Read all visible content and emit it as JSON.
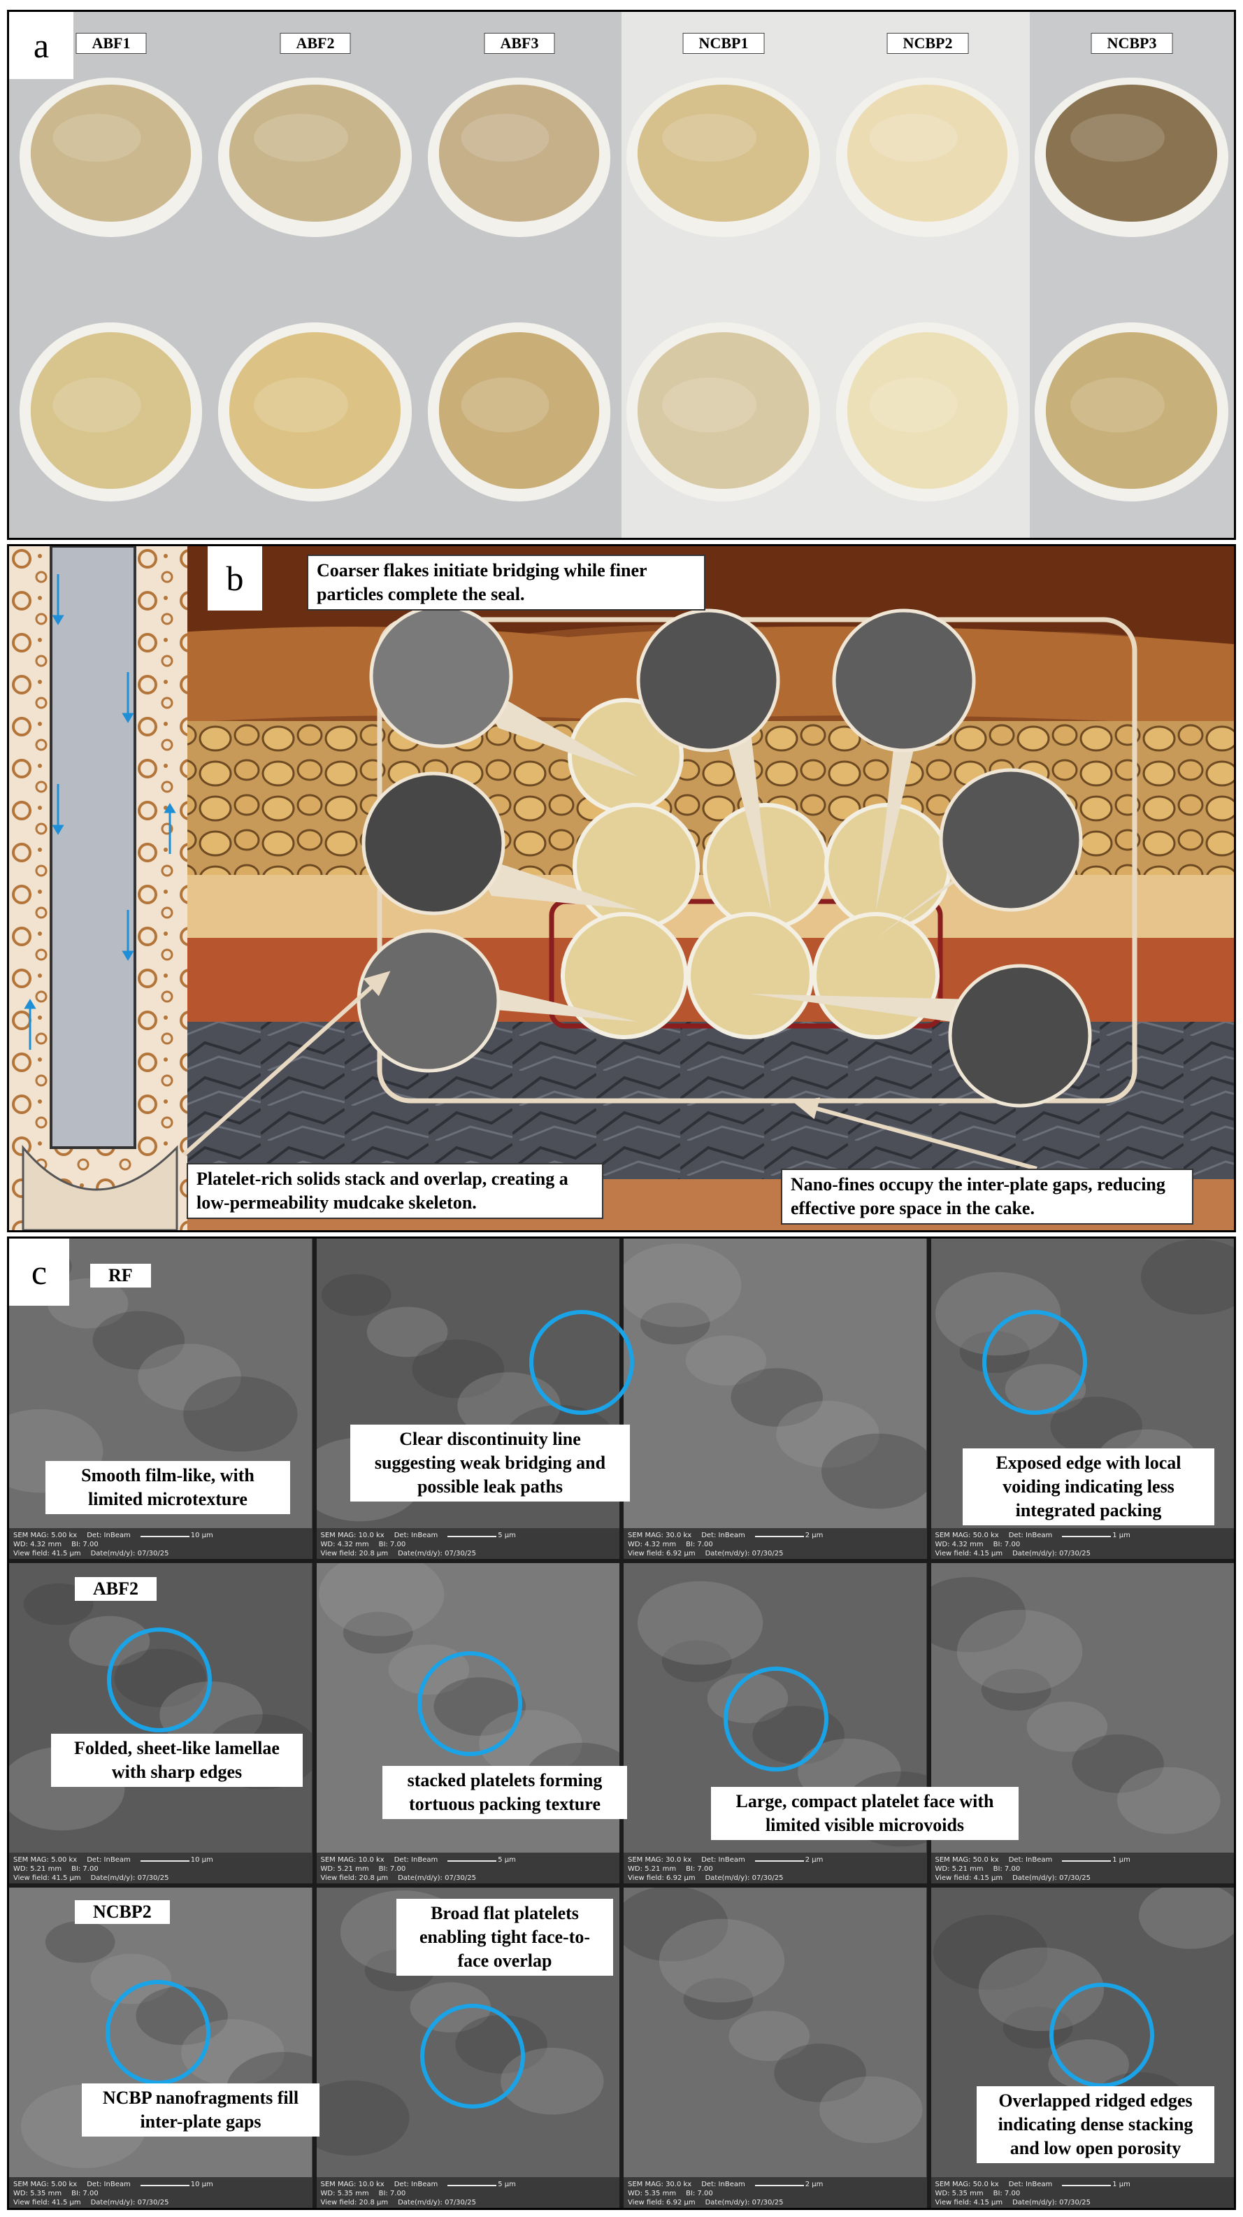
{
  "panel_a": {
    "letter": "a",
    "samples": [
      "ABF1",
      "ABF2",
      "ABF3",
      "NCBP1",
      "NCBP2",
      "NCBP3"
    ],
    "colors": {
      "top": [
        "#cbb88e",
        "#c9b58b",
        "#c5b08a",
        "#d6c08c",
        "#ebdcb4",
        "#8a7350"
      ],
      "bottom": [
        "#d8c48d",
        "#dcc385",
        "#c9ae78",
        "#d7c9a4",
        "#ece0b8",
        "#c8b07a"
      ]
    }
  },
  "panel_b": {
    "letter": "b",
    "callout_top": "Coarser flakes initiate bridging while finer particles complete the seal.",
    "callout_left": "Platelet-rich solids stack and overlap, creating a low-permeability mudcake skeleton.",
    "callout_right": "Nano-fines occupy the inter-plate gaps, reducing effective pore space in the cake."
  },
  "panel_c": {
    "letter": "c",
    "rows": [
      {
        "tag": "RF",
        "labels": [
          "Smooth film-like, with limited microtexture",
          "Clear discontinuity line suggesting weak bridging and possible leak paths",
          "Exposed edge with local voiding indicating less integrated packing"
        ],
        "wd": "4.32 mm"
      },
      {
        "tag": "ABF2",
        "labels": [
          "Folded, sheet-like lamellae with sharp edges",
          "stacked platelets forming tortuous packing texture",
          "Large, compact platelet face with limited visible microvoids"
        ],
        "wd": "5.21 mm"
      },
      {
        "tag": "NCBP2",
        "labels": [
          "NCBP nanofragments fill inter-plate gaps",
          "Broad flat platelets enabling tight face-to-face overlap",
          "Overlapped ridged edges indicating dense stacking and low open porosity"
        ],
        "wd": "5.35 mm"
      }
    ],
    "sem_info": [
      {
        "mag": "SEM MAG: 5.00 kx",
        "view": "View field: 41.5 μm",
        "scale": "10 μm"
      },
      {
        "mag": "SEM MAG: 10.0 kx",
        "view": "View field: 20.8 μm",
        "scale": "5 μm"
      },
      {
        "mag": "SEM MAG: 30.0 kx",
        "view": "View field: 6.92 μm",
        "scale": "2 μm"
      },
      {
        "mag": "SEM MAG: 50.0 kx",
        "view": "View field: 4.15 μm",
        "scale": "1 μm"
      }
    ],
    "sem_common": {
      "det": "Det: InBeam",
      "bi": "BI: 7.00",
      "date": "Date(m/d/y): 07/30/25"
    },
    "circle_color": "#1aa3e6"
  }
}
